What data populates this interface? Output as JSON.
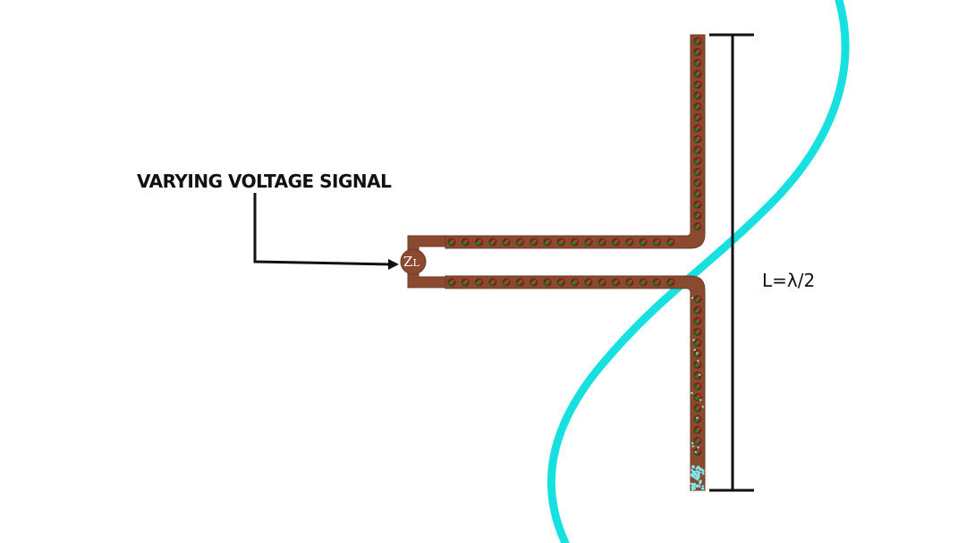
{
  "diagram": {
    "title": "Half-wave dipole antenna with standing wave",
    "signal_label": "VARYING VOLTAGE SIGNAL",
    "load_label": "ZL",
    "load_label_main": "Z",
    "load_label_sub": "L",
    "length_label": "L=λ/2",
    "colors": {
      "conductor": "#8b4a2f",
      "conductor_edge": "#6e3a24",
      "bead_green": "#1e8a1e",
      "bead_red": "#d42a2a",
      "wave": "#19e0e0",
      "arrow": "#111111",
      "dimension": "#111111",
      "particle": "#7fe8ee"
    },
    "icons": {
      "arrow": "arrow-right-icon",
      "load": "impedance-load-icon"
    }
  }
}
